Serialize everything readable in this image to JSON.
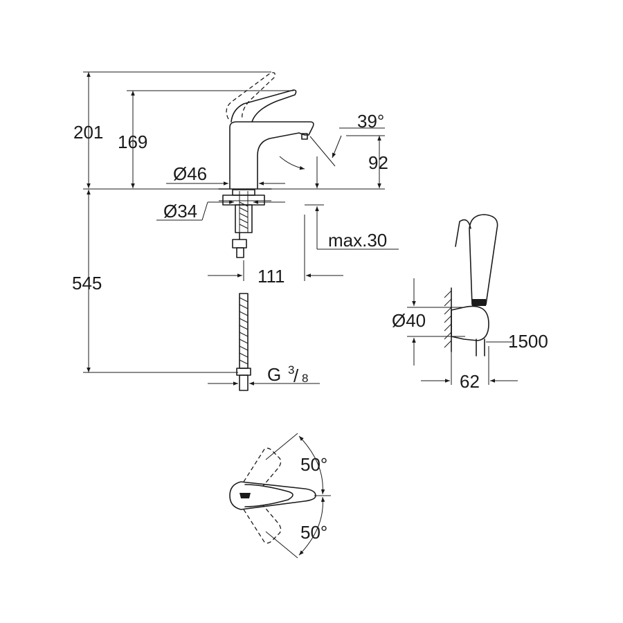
{
  "dimensions": {
    "total_height": "201",
    "spout_height": "169",
    "angle_spout": "39°",
    "outlet_height": "92",
    "base_diameter": "Ø46",
    "hole_diameter": "Ø34",
    "max_thickness": "max.30",
    "projection": "111",
    "hose_length_label": "545",
    "thread_main": "G",
    "thread_frac_num": "3",
    "thread_frac_den": "8",
    "holder_diameter": "Ø40",
    "shower_hose": "1500",
    "holder_depth": "62",
    "angle_left": "50°",
    "angle_right": "50°"
  }
}
